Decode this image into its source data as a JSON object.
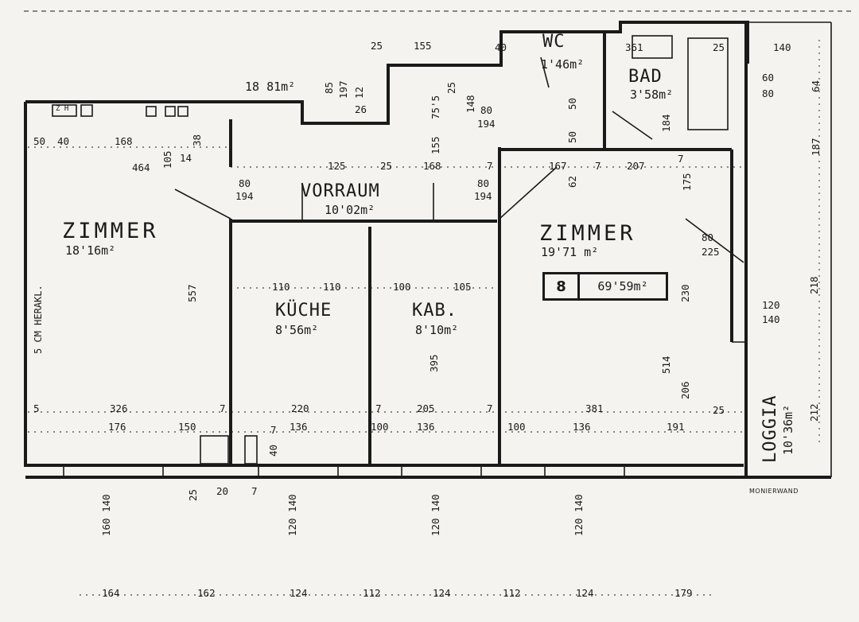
{
  "rooms": {
    "zimmer_left": {
      "name": "ZIMMER",
      "area": "18'16m²"
    },
    "vorraum": {
      "name": "VORRAUM",
      "area": "10'02m²"
    },
    "kueche": {
      "name": "KÜCHE",
      "area": "8'56m²"
    },
    "kab": {
      "name": "KAB.",
      "area": "8'10m²"
    },
    "zimmer_right": {
      "name": "ZIMMER",
      "area": "19'71 m²"
    },
    "wc": {
      "name": "WC",
      "area": "1'46m²"
    },
    "bad": {
      "name": "BAD",
      "area": "3'58m²"
    },
    "loggia": {
      "name": "LOGGIA",
      "area": "10'36m²"
    }
  },
  "top_area": "18 81m²",
  "unit": {
    "number": "8",
    "area": "69'59m²"
  },
  "wall_notes": {
    "heraklith": "5 CM HERAKL.",
    "monierwand": "MONIERWAND",
    "zh": "Z H"
  },
  "door_dims": [
    "80",
    "194",
    "80",
    "194",
    "80",
    "194",
    "80",
    "225"
  ],
  "dims": {
    "top_row": [
      "25",
      "155",
      "40",
      "361",
      "25",
      "140"
    ],
    "upper_left": [
      "50",
      "40",
      "168",
      "464",
      "105",
      "14",
      "38",
      "125",
      "25",
      "168",
      "7",
      "167",
      "7",
      "207",
      "7"
    ],
    "mid_row": [
      "110",
      "110",
      "100",
      "105"
    ],
    "lower_row": [
      "326",
      "7",
      "220",
      "7",
      "205",
      "7",
      "381",
      "25"
    ],
    "bottom_row": [
      "176",
      "150",
      "136",
      "100",
      "136",
      "100",
      "136",
      "191"
    ],
    "window_row": [
      "160 140",
      "120 140",
      "120 140",
      "120 140"
    ],
    "base_row": [
      "164",
      "162",
      "124",
      "112",
      "124",
      "112",
      "124",
      "179"
    ],
    "right_col": [
      "60",
      "80",
      "64",
      "187",
      "120",
      "140",
      "218",
      "212"
    ],
    "verticals": [
      "557",
      "395",
      "514",
      "206",
      "230",
      "175",
      "62",
      "184",
      "50",
      "50",
      "148",
      "75'5",
      "155",
      "25",
      "85",
      "197",
      "12",
      "26",
      "25",
      "20",
      "7",
      "40",
      "7",
      "5"
    ]
  }
}
